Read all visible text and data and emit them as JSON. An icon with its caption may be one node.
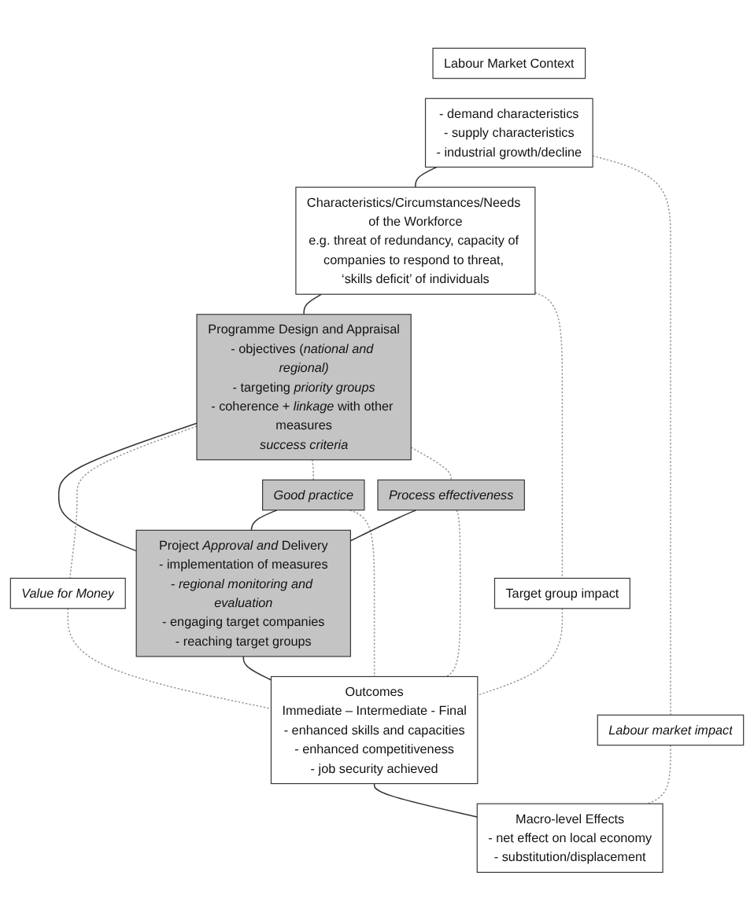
{
  "diagram": {
    "nodes": [
      {
        "text": [
          "Labour Market Context"
        ]
      },
      {
        "text": [
          "- demand characteristics",
          "- supply characteristics",
          "- industrial growth/decline"
        ]
      },
      {
        "text": [
          "Characteristics/Circumstances/Needs of the Workforce",
          "e.g. threat of redundancy, capacity of companies to respond to threat, ‘skills deficit’ of individuals"
        ]
      },
      {
        "text": [
          "Programme Design and Appraisal",
          "- objectives (*national and regional)*",
          "- targeting *priority groups*",
          "- coherence + *linkage* with other measures",
          "success criteria"
        ]
      },
      {
        "text": [
          "Project *Approval and* Delivery",
          "- implementation of measures",
          "- *regional monitoring and evaluation*",
          "- engaging target companies",
          "- reaching target groups"
        ]
      },
      {
        "text": [
          "Outcomes",
          "Immediate – Intermediate - Final",
          "- enhanced skills and capacities",
          "- enhanced competitiveness",
          "- job security achieved"
        ]
      },
      {
        "text": [
          "Macro-level Effects",
          "- net effect on local economy",
          "- substitution/displacement"
        ]
      },
      {
        "text": [
          "Value for Money"
        ]
      },
      {
        "text": [
          "Good practice"
        ]
      },
      {
        "text": [
          "Process effectiveness"
        ]
      },
      {
        "text": [
          "Target group impact"
        ]
      },
      {
        "text": [
          "Labour market impact"
        ]
      }
    ],
    "edges": [
      {
        "from": 1,
        "to": 2,
        "arrow": "none",
        "color": "#333333"
      },
      {
        "from": 2,
        "to": 3,
        "arrow": "none",
        "color": "#333333"
      },
      {
        "from": 3,
        "to": 4,
        "arrow": "none",
        "color": "#333333"
      },
      {
        "from": 4,
        "to": 5,
        "arrow": "none",
        "color": "#333333"
      },
      {
        "from": 5,
        "to": 6,
        "arrow": "none",
        "color": "#333333"
      },
      {
        "from": 3,
        "to": 7,
        "arrow": "none",
        "style": "dashed"
      },
      {
        "from": 7,
        "to": 5,
        "arrow": "none",
        "style": "dashed"
      },
      {
        "from": 3,
        "to": 8,
        "arrow": "none",
        "style": "dashed"
      },
      {
        "from": 8,
        "to": 4,
        "arrow": "none",
        "color": "#333333"
      },
      {
        "from": 8,
        "to": 5,
        "arrow": "none",
        "style": "dashed"
      },
      {
        "from": 3,
        "to": 9,
        "arrow": "none",
        "style": "dashed"
      },
      {
        "from": 9,
        "to": 4,
        "arrow": "none",
        "color": "#333333"
      },
      {
        "from": 9,
        "to": 5,
        "arrow": "none",
        "style": "dashed"
      },
      {
        "from": 2,
        "to": 10,
        "arrow": "none",
        "style": "dashed"
      },
      {
        "from": 10,
        "to": 5,
        "arrow": "none",
        "style": "dashed"
      },
      {
        "from": 1,
        "to": 11,
        "arrow": "none",
        "style": "dashed"
      },
      {
        "from": 11,
        "to": 6,
        "arrow": "none",
        "style": "dashed"
      }
    ]
  }
}
